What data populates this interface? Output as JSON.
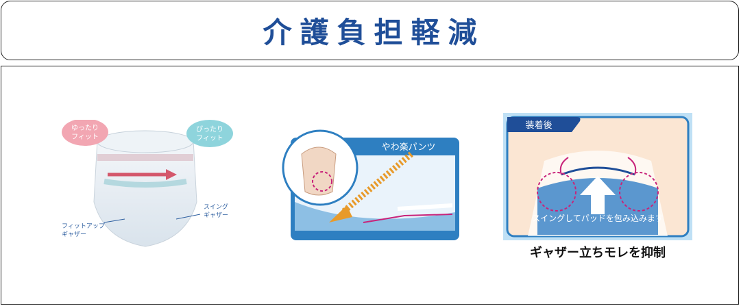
{
  "title": "介護負担軽減",
  "panel1": {
    "bubble_left": [
      "ゆったり",
      "フィット"
    ],
    "bubble_right": [
      "ぴったり",
      "フィット"
    ],
    "label_left": [
      "フィットアップ",
      "ギャザー"
    ],
    "label_right": [
      "スイング",
      "ギャザー"
    ]
  },
  "panel2": {
    "header": "やわ楽パンツ"
  },
  "panel3": {
    "header": "装着後",
    "bottom_text": "スイングしてパッドを包み込みます",
    "caption": "ギャザー立ちモレを抑制"
  },
  "colors": {
    "title_blue": "#1f4e98",
    "panel_blue": "#2e7fc1",
    "magenta": "#c8237a",
    "orange": "#e89a2a"
  }
}
